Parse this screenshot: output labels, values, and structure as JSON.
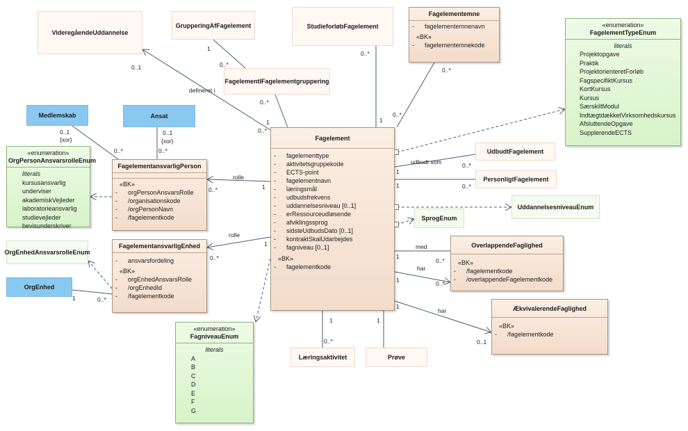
{
  "classes": {
    "fagelement": {
      "name": "Fagelement",
      "attributes": [
        "fagelementtype",
        "aktivitetsgruppekode",
        "ECTS-point",
        "fagelementnavn",
        "læringsmål",
        "udbudsfrekvens",
        "uddannelsesniveau [0..1]",
        "erRessourceudløsende",
        "afviklingssprog",
        "sidsteUdbudsDato [0..1]",
        "kontraktSkalUdarbejdes",
        "fagniveau [0..1]"
      ],
      "key_stereotype": "«BK»",
      "key_attributes": [
        "fagelementkode"
      ]
    },
    "fagelementemne": {
      "name": "Fagelementemne",
      "attributes": [
        "fagelementemnenavn"
      ],
      "key_stereotype": "«BK»",
      "key_attributes": [
        "fagelementemnekode"
      ]
    },
    "ansvarlig_person": {
      "name": "FagelementansvarligPerson",
      "key_stereotype": "«BK»",
      "key_attributes": [
        "orgPersonAnsvarsRolle",
        "/organisationskode",
        "/orgPersonNavn",
        "/fagelementkode"
      ]
    },
    "ansvarlig_enhed": {
      "name": "FagelementansvarligEnhed",
      "attributes": [
        "ansvarsfordeling"
      ],
      "key_stereotype": "«BK»",
      "key_attributes": [
        "orgEnhedAnsvarsRolle",
        "/orgEnhedId",
        "/fagelementkode"
      ]
    },
    "overlappende": {
      "name": "OverlappendeFaglighed",
      "key_stereotype": "«BK»",
      "key_attributes": [
        "/fagelementkode",
        "/overlappendeFagelementkode"
      ]
    },
    "aekvivalerende": {
      "name": "ÆkvivalerendeFaglighed",
      "key_stereotype": "«BK»",
      "key_attributes": [
        "/fagelementkode"
      ]
    },
    "videregaaende": "VideregåendeUddannelse",
    "gruppering": "GrupperingAfFagelement",
    "studieforloeb": "StudieforløbFagelement",
    "fig": "FagelementIFagelementgruppering",
    "udbudt": "UdbudtFagelement",
    "personligt": "PersonligtFagelement",
    "laeringsaktivitet": "Læringsaktivitet",
    "proeve": "Prøve",
    "medlemskab": "Medlemskab",
    "ansat": "Ansat",
    "orgenhed": "OrgEnhed",
    "orgenhed_ansvarsrolle_enum": "OrgEnhedAnsvarsrolleEnum",
    "uddannelsesniveau_enum": "UddannelsesniveauEnum",
    "sprog_enum": "SprogEnum"
  },
  "enums": {
    "fagelementtype": {
      "stereotype": "«enumeration»",
      "name": "FagelementTypeEnum",
      "literals_label": "literals",
      "literals": [
        "Projektopgave",
        "Praktik",
        "ProjektorienteretForløb",
        "FagspecifiktKursus",
        "KortKursus",
        "Kursus",
        "SærskiltModul",
        "IndtægtdækketVirksomhedskursus",
        "AfsluttendeOpgave",
        "SupplerendeECTS"
      ]
    },
    "orgperson": {
      "stereotype": "«enumeration»",
      "name": "OrgPersonAnsvarsrolleEnum",
      "literals_label": "literals",
      "literals": [
        "kursusansvarlig",
        "underviser",
        "akademiskVejleder",
        "laboratorieansvarlig",
        "studievejleder",
        "bevisunderskriver"
      ]
    },
    "fagniveau": {
      "stereotype": "«enumeration»",
      "name": "FagniveauEnum",
      "literals_label": "literals",
      "literals": [
        "A",
        "B",
        "C",
        "D",
        "E",
        "F",
        "G"
      ]
    }
  },
  "labels": {
    "defineret_i": "defineret i",
    "rolle_1": "rolle",
    "rolle_2": "rolle",
    "udbudt_som": "udbudt som",
    "med": "med",
    "har_1": "har",
    "har_2": "har",
    "xor_1": "{xor}",
    "xor_2": "{xor}"
  },
  "multiplicities": {
    "videre_0_1": "0..1",
    "grup_1": "1",
    "grup_0_star": "0..*",
    "studie_0_star": "0..*",
    "emne_0_star": "0..*",
    "fig_0_star": "0..*",
    "fag_1_a": "1",
    "fag_0_star_a": "0..*",
    "fag_1_b": "1",
    "fag_1_c": "1",
    "medlem_0_1": "0..1",
    "medlem_0_star": "0..*",
    "ansat_0_1": "0..1",
    "ansat_0_star": "0..*",
    "person_0_star": "0..*",
    "person_1": "1",
    "udbudt_1": "1",
    "udbudt_0_star": "0..*",
    "personligt_1": "1",
    "personligt_0_star": "0..*",
    "enhed_0_star": "0..*",
    "enhed_1": "1",
    "orgenhed_1": "1",
    "orgenhed_0_star": "0..*",
    "overl_1_a": "1",
    "overl_0_star_a": "0..*",
    "overl_1_b": "1",
    "overl_0_star_b": "0..*",
    "aekv_1": "1",
    "aekv_0_1": "0..1",
    "laer_1": "1",
    "laer_0_star": "0..*",
    "proeve_1": "1"
  },
  "colors": {
    "class_fill": "#f3dccb",
    "enum_fill": "#d7f3c8",
    "blue_fill": "#8ac9ef",
    "line": "#4a5a7a"
  }
}
